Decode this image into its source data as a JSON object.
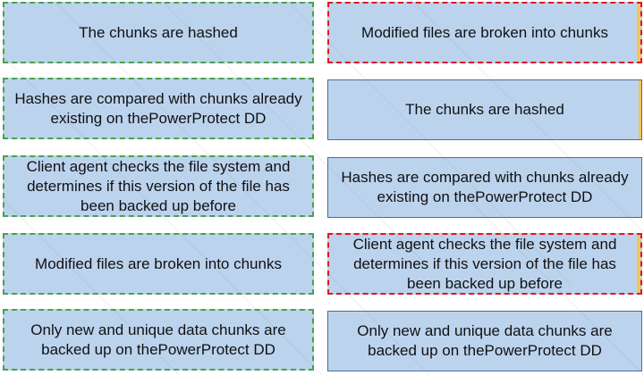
{
  "left_items": [
    {
      "label": "The chunks are hashed"
    },
    {
      "label": "Hashes are compared with chunks already existing on thePowerProtect DD"
    },
    {
      "label": "Client agent checks the file system and determines if this version of the file has been backed up before"
    },
    {
      "label": "Modified files are broken into chunks"
    },
    {
      "label": "Only new and unique data chunks are backed up on thePowerProtect DD"
    }
  ],
  "right_items": [
    {
      "label": "Modified files are broken into chunks"
    },
    {
      "label": "The chunks are hashed"
    },
    {
      "label": "Hashes are compared with chunks already existing on thePowerProtect DD"
    },
    {
      "label": "Client agent checks the file system and determines if this version of the file has been backed up before"
    },
    {
      "label": "Only new and unique data chunks are backed up on thePowerProtect DD"
    }
  ],
  "colors": {
    "card_fill": "#bcd3ee",
    "left_border": "#4aa24a",
    "selected_border": "#e01818",
    "right_border": "#4a6f95"
  }
}
